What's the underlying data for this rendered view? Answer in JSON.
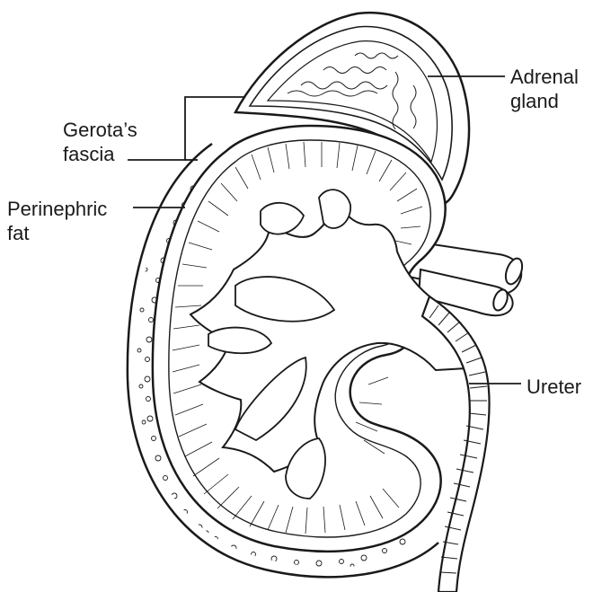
{
  "labels": {
    "adrenal_gland": {
      "line1": "Adrenal",
      "line2": "gland"
    },
    "gerotas_fascia": {
      "line1": "Gerota’s",
      "line2": "fascia"
    },
    "perinephric_fat": {
      "line1": "Perinephric",
      "line2": "fat"
    },
    "ureter": {
      "line1": "Ureter"
    }
  },
  "colors": {
    "ink": "#1a1a1a",
    "background": "#ffffff"
  }
}
